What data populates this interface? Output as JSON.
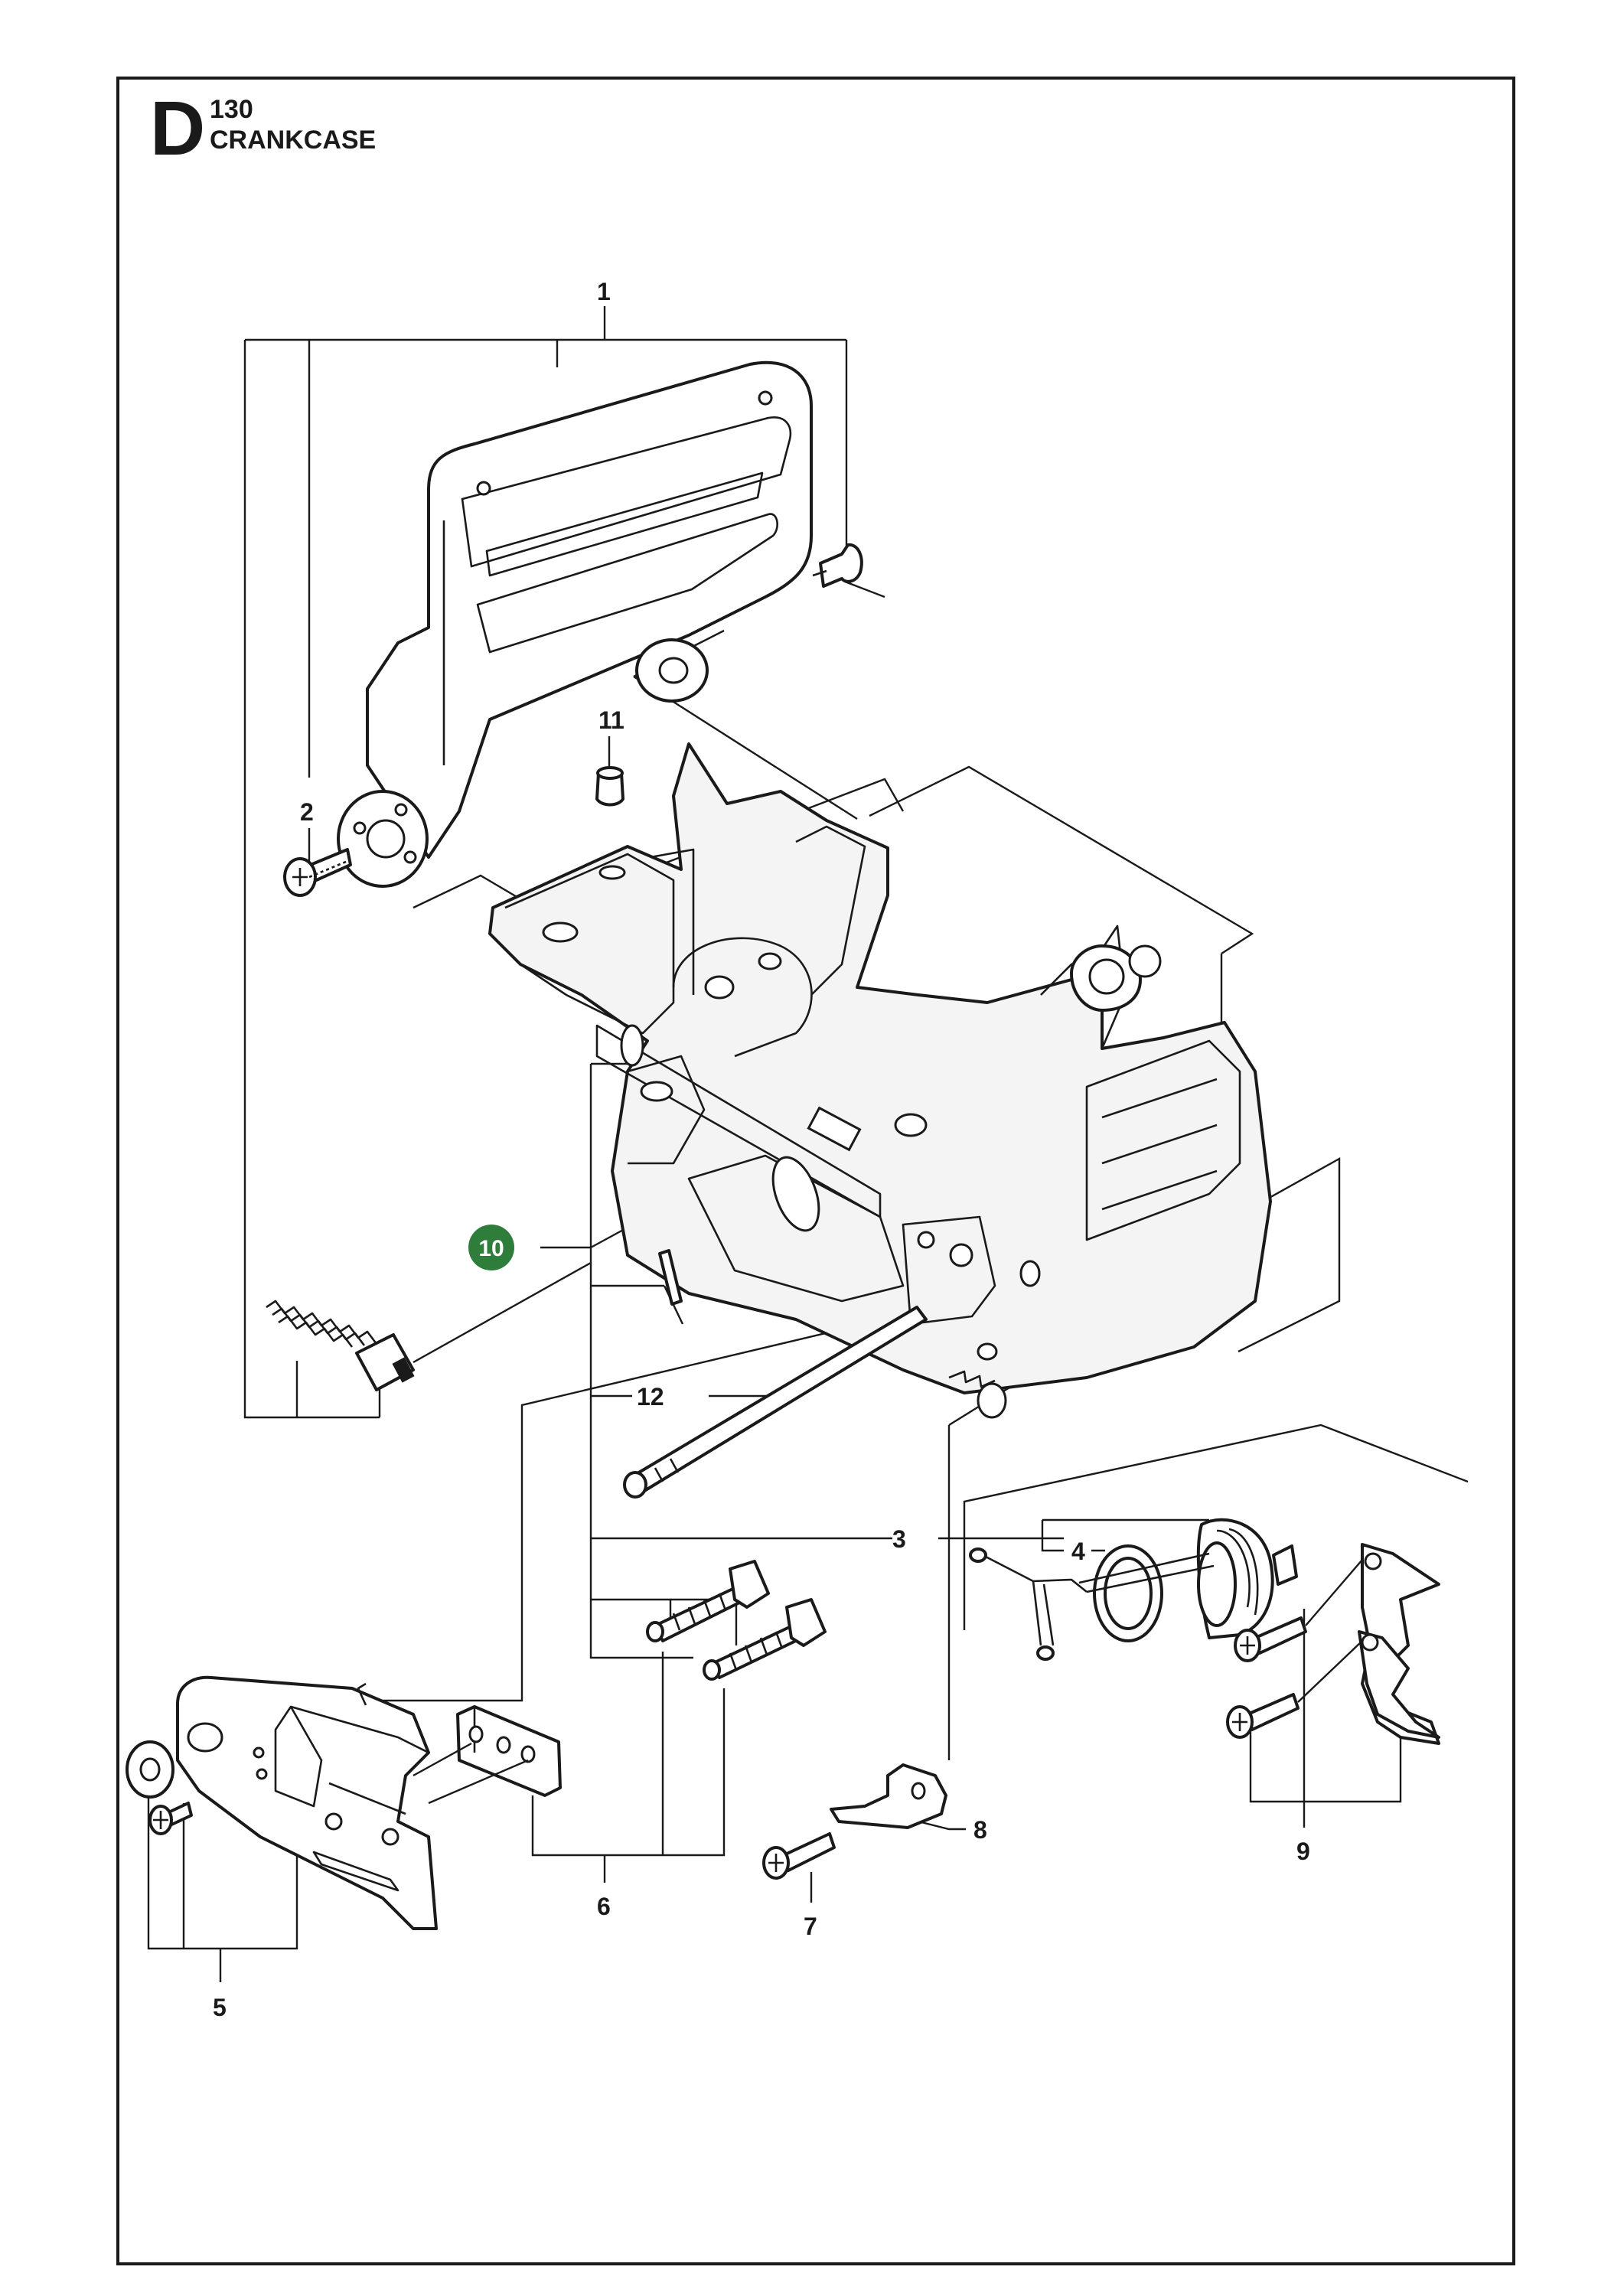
{
  "header": {
    "section_letter": "D",
    "section_number": "130",
    "section_title": "CRANKCASE"
  },
  "callouts": {
    "c1": "1",
    "c2": "2",
    "c3": "3",
    "c4": "4",
    "c5": "5",
    "c6": "6",
    "c7": "7",
    "c8": "8",
    "c9": "9",
    "c10": "10",
    "c11": "11",
    "c12": "12"
  },
  "colors": {
    "highlight": "#2f7d3a",
    "line": "#1a1a1a"
  }
}
